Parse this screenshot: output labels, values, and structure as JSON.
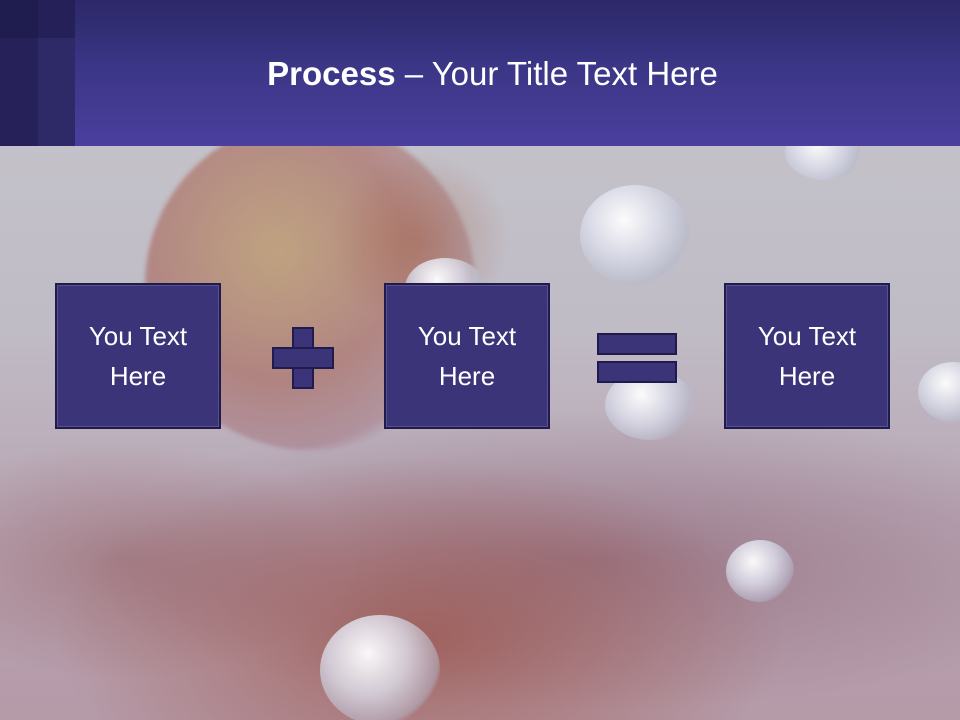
{
  "slide": {
    "title_bold": "Process",
    "title_rest": " – Your Title Text Here"
  },
  "process": {
    "boxes": [
      {
        "label": "You Text\nHere"
      },
      {
        "label": "You Text\nHere"
      },
      {
        "label": "You Text\nHere"
      }
    ],
    "operators": [
      "plus",
      "equals"
    ]
  },
  "colors": {
    "header": "#3b3686",
    "box_fill": "#3b3478",
    "box_border": "#1f1b4d",
    "text": "#ffffff"
  }
}
